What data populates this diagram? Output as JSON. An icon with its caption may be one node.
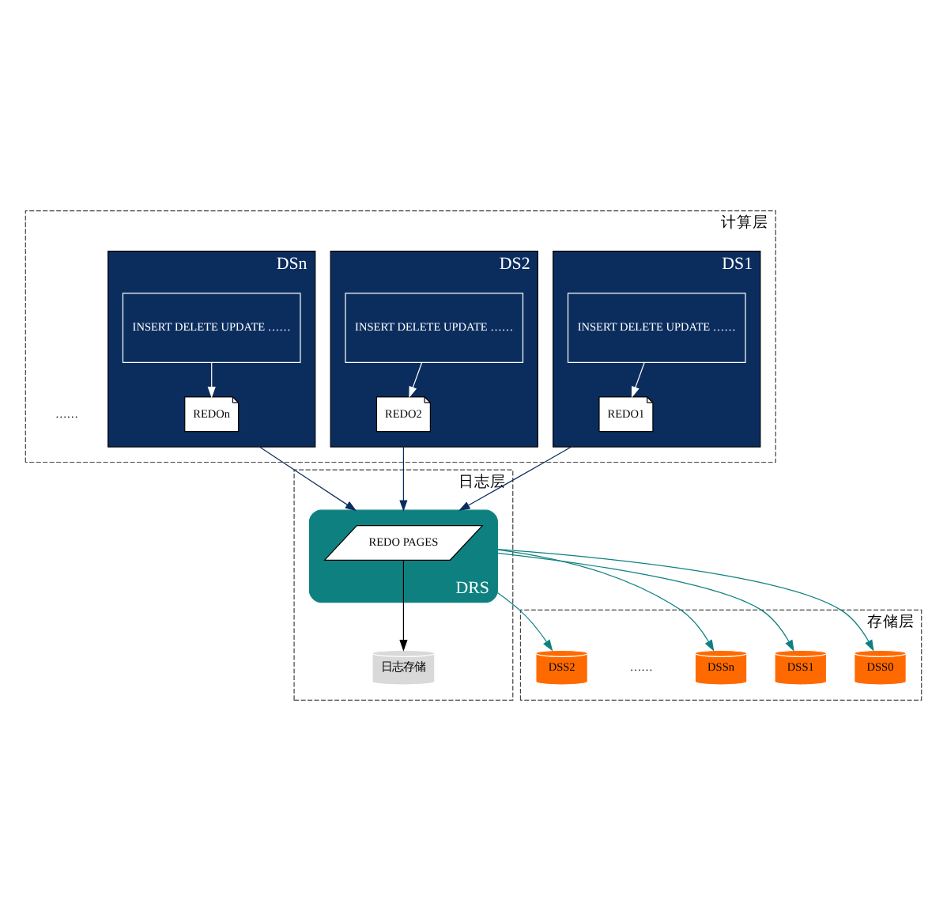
{
  "diagram": {
    "nodes": [
      {
        "text": [
          "计算层"
        ]
      },
      {
        "text": [
          "DS1"
        ],
        "in": 0
      },
      {
        "text": [
          "INSERT DELETE UPDATE ……"
        ],
        "in": 1
      },
      {
        "text": [
          "REDO1"
        ],
        "in": 1
      },
      {
        "text": [
          "DS2"
        ],
        "in": 0
      },
      {
        "text": [
          "INSERT DELETE UPDATE ……"
        ],
        "in": 4
      },
      {
        "text": [
          "REDO2"
        ],
        "in": 4
      },
      {
        "text": [
          "DSn"
        ],
        "in": 0
      },
      {
        "text": [
          "INSERT DELETE UPDATE ……"
        ],
        "in": 7
      },
      {
        "text": [
          "REDOn"
        ],
        "in": 7
      },
      {
        "text": [
          "日志层"
        ]
      },
      {
        "text": [
          "DRS"
        ],
        "in": 10
      },
      {
        "text": [
          "REDO PAGES"
        ],
        "in": 11
      },
      {
        "text": [
          "日志存储"
        ],
        "in": 10
      },
      {
        "text": [
          "存储层"
        ]
      },
      {
        "text": [
          "DSS0"
        ],
        "in": 14
      },
      {
        "text": [
          "DSS1"
        ],
        "in": 14
      },
      {
        "text": [
          "DSS2"
        ],
        "in": 14
      },
      {
        "text": [
          "DSSn"
        ],
        "in": 14
      }
    ],
    "edges": [
      {
        "from": 2,
        "to": 3,
        "arrow": "to",
        "color": "#ffffff"
      },
      {
        "from": 5,
        "to": 6,
        "arrow": "to",
        "color": "#ffffff"
      },
      {
        "from": 8,
        "to": 9,
        "arrow": "to",
        "color": "#ffffff"
      },
      {
        "from": 3,
        "to": 11,
        "arrow": "to",
        "color": "#0b2d5e"
      },
      {
        "from": 6,
        "to": 11,
        "arrow": "to",
        "color": "#0b2d5e"
      },
      {
        "from": 9,
        "to": 11,
        "arrow": "to",
        "color": "#0b2d5e"
      },
      {
        "from": 12,
        "to": 13,
        "arrow": "to",
        "color": "#000000"
      },
      {
        "from": 11,
        "to": 15,
        "arrow": "to",
        "color": "#0e8080"
      },
      {
        "from": 11,
        "to": 16,
        "arrow": "to",
        "color": "#0e8080"
      },
      {
        "from": 11,
        "to": 17,
        "arrow": "to",
        "color": "#0e8080"
      },
      {
        "from": 11,
        "to": 18,
        "arrow": "to",
        "color": "#0e8080"
      }
    ],
    "labels": [
      "……",
      "……"
    ]
  }
}
